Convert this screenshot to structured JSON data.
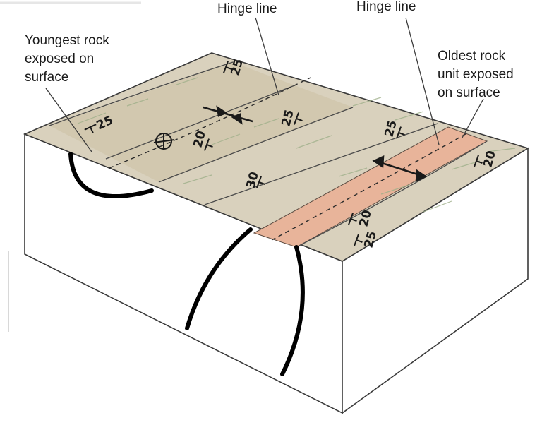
{
  "labels": {
    "hinge_line_left": "Hinge line",
    "hinge_line_right": "Hinge line",
    "youngest": [
      "Youngest rock",
      "exposed on",
      "surface"
    ],
    "oldest": [
      "Oldest rock",
      "unit exposed",
      "on surface"
    ]
  },
  "dip_values": {
    "a": "25",
    "b": "20",
    "c": "25",
    "d": "20",
    "e": "30",
    "f": "25",
    "g": "25",
    "h": "20",
    "i": "25"
  },
  "colors": {
    "surface_tan": "#d9d1bd",
    "young_band": "#cfc6ae",
    "old_band": "#e8b49a",
    "outline": "#3a3a3a"
  }
}
